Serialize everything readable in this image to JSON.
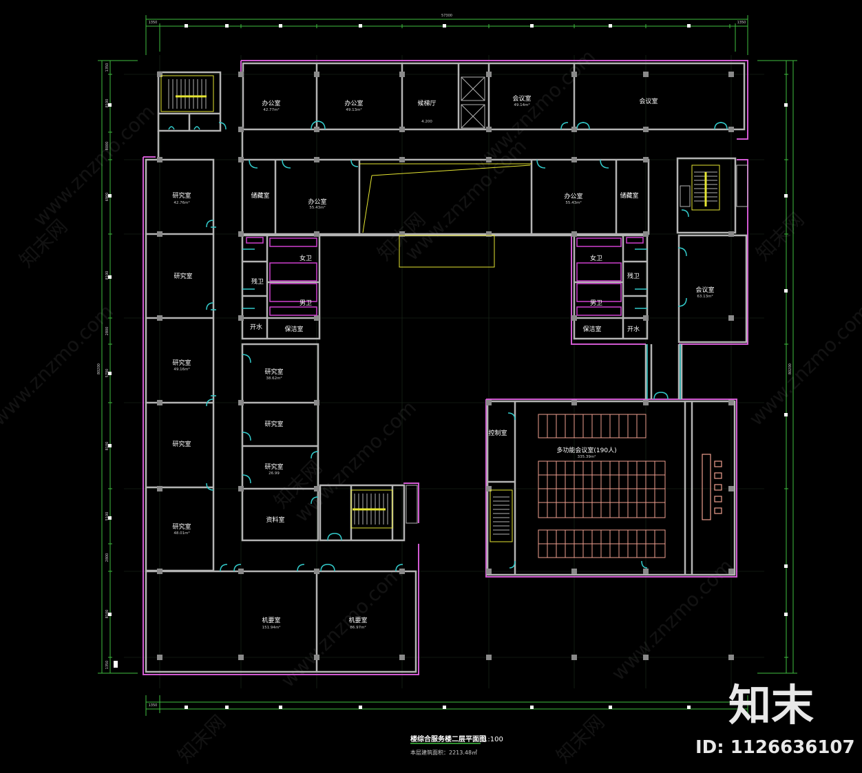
{
  "colors": {
    "background": "#000000",
    "wall": "#b4b4b4",
    "outline": "#d25ad2",
    "dimension": "#3fbf3f",
    "door": "#33cccc",
    "accent": "#e6e632",
    "fixture": "#d040d0",
    "seat": "#f0a090"
  },
  "dimensions": {
    "top_total": "57300",
    "top_left": "1350",
    "top_right": "1350",
    "bottom_left": "1350",
    "side_total": "80200",
    "left_segments": [
      "1350",
      "8100",
      "8000",
      "6900",
      "8100",
      "2800",
      "5700",
      "8100",
      "5100",
      "2800",
      "8100",
      "1350"
    ]
  },
  "rooms": {
    "office_1": {
      "label": "办公室",
      "area": "42.77m²"
    },
    "office_2": {
      "label": "办公室",
      "area": "49.13m²"
    },
    "elevator_hall": {
      "label": "候梯厅",
      "area": "4.200"
    },
    "meeting_1": {
      "label": "会议室",
      "area": "49.14m²"
    },
    "meeting_2": {
      "label": "会议室",
      "area": ""
    },
    "storage_1": {
      "label": "储藏室"
    },
    "office_3": {
      "label": "办公室",
      "area": "55.43m²"
    },
    "office_4": {
      "label": "办公室",
      "area": "55.43m²"
    },
    "storage_2": {
      "label": "储藏室"
    },
    "research_1": {
      "label": "研究室",
      "area": "42.76m²"
    },
    "research_2": {
      "label": "研究室",
      "area": ""
    },
    "research_3": {
      "label": "研究室",
      "area": "49.16m²"
    },
    "research_4": {
      "label": "研究室",
      "area": ""
    },
    "research_5": {
      "label": "研究室",
      "area": "48.01m²"
    },
    "research_6": {
      "label": "研究室",
      "area": "38.62m²"
    },
    "research_7": {
      "label": "研究室",
      "area": ""
    },
    "research_8": {
      "label": "研究室",
      "area": "26.99"
    },
    "archive": {
      "label": "资料室"
    },
    "women_wc_l": {
      "label": "女卫"
    },
    "men_wc_l": {
      "label": "男卫"
    },
    "accessible_l": {
      "label": "残卫"
    },
    "water_l": {
      "label": "开水"
    },
    "cleaning_l": {
      "label": "保洁室"
    },
    "women_wc_r": {
      "label": "女卫"
    },
    "men_wc_r": {
      "label": "男卫"
    },
    "accessible_r": {
      "label": "残卫"
    },
    "water_r": {
      "label": "开水"
    },
    "cleaning_r": {
      "label": "保洁室"
    },
    "meeting_3": {
      "label": "会议室",
      "area": "63.13m²"
    },
    "control": {
      "label": "控制室"
    },
    "hall": {
      "label": "多功能会议室(190人)",
      "area": "335.39m²"
    },
    "machine_1": {
      "label": "机要室",
      "area": "151.94m²"
    },
    "machine_2": {
      "label": "机要室",
      "area": "86.97m²"
    }
  },
  "title": {
    "main": "楼综合服务楼二层平面图",
    "scale": "1:100",
    "sub": "本层建筑面积：2213.48㎡"
  },
  "watermark": {
    "site": "www.znzmo.com",
    "brand": "知末",
    "brand_small": "知末网",
    "image_id": "ID: 1126636107"
  }
}
